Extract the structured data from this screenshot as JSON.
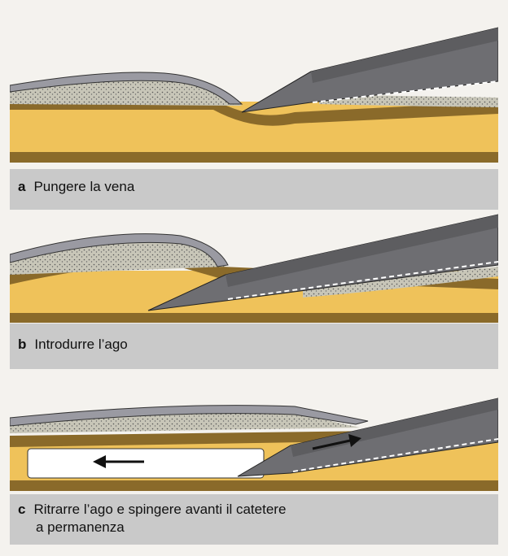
{
  "steps": [
    {
      "letter": "a",
      "text": "Pungere la vena"
    },
    {
      "letter": "b",
      "text": "Introdurre l’ago"
    },
    {
      "letter": "c",
      "text": "Ritrarre l’ago e spingere avanti il catetere",
      "text2": "a permanenza"
    }
  ],
  "colors": {
    "skin": "#9a9aa2",
    "vein": "#c8c6b8",
    "brown": "#8a6a2a",
    "tissue": "#efc25a",
    "needle": "#6e6e72",
    "caption_bg": "#c9c9c9"
  }
}
